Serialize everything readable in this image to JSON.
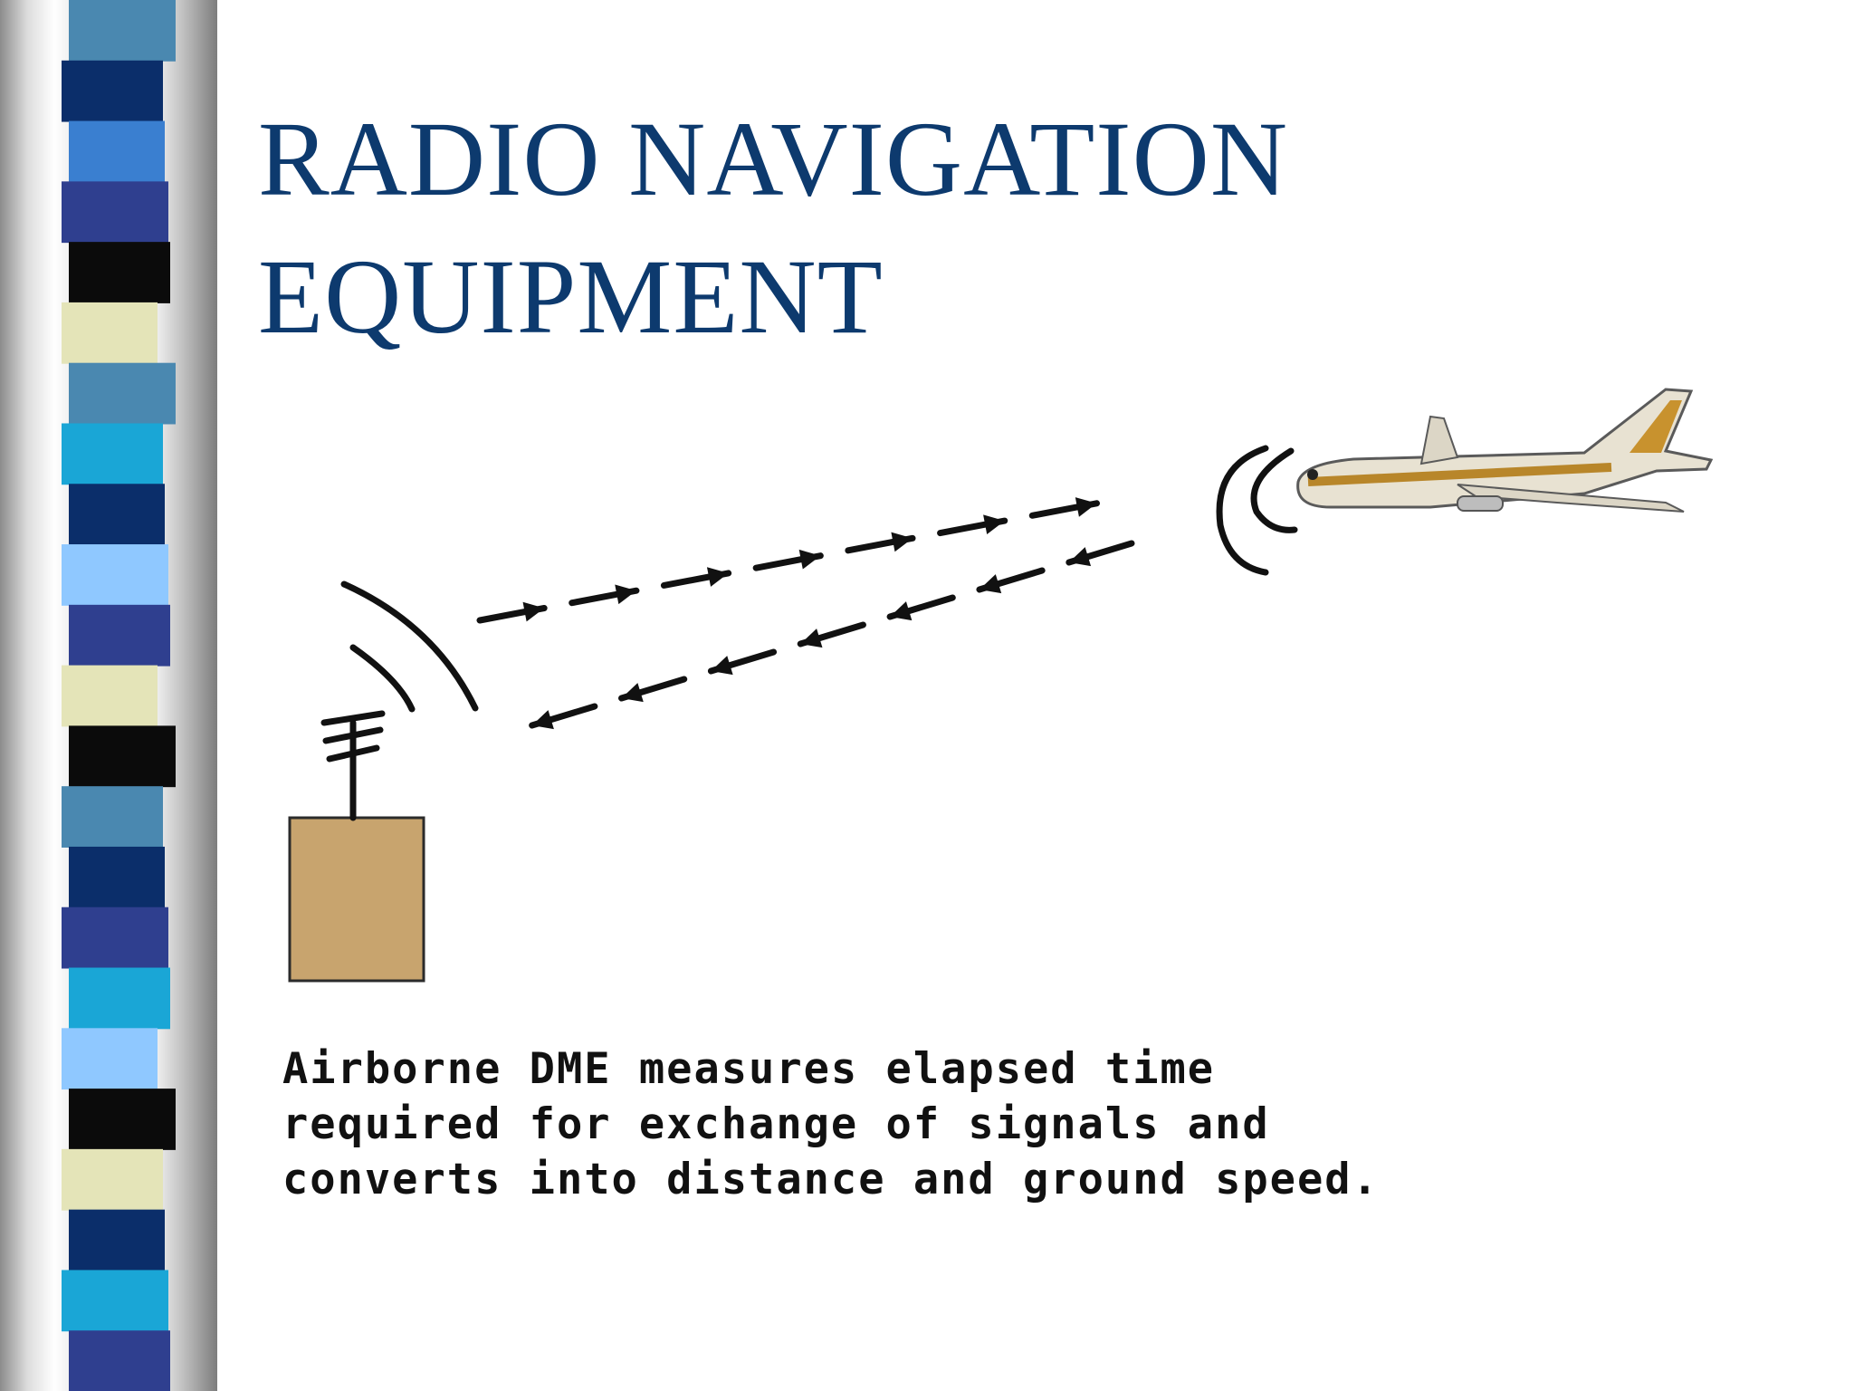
{
  "slide": {
    "title_line1": "RADIO NAVIGATION",
    "title_line2": "EQUIPMENT",
    "caption_line1": "Airborne DME measures elapsed time",
    "caption_line2": "required for exchange of signals and",
    "caption_line3": "converts into distance and ground speed."
  },
  "colors": {
    "title": "#0d3a6e",
    "ground_station": "#c8a46e",
    "stripe_palette": [
      "#0b0b0b",
      "#2f3f8f",
      "#4a88b0",
      "#3a7fd0",
      "#1aa6d6",
      "#8fc8ff",
      "#0b2e6a",
      "#e4e4b8"
    ]
  },
  "diagram": {
    "objects": [
      "ground-station-icon",
      "antenna-icon",
      "aircraft-icon",
      "signal-wave-icon",
      "arrow-icon"
    ]
  }
}
